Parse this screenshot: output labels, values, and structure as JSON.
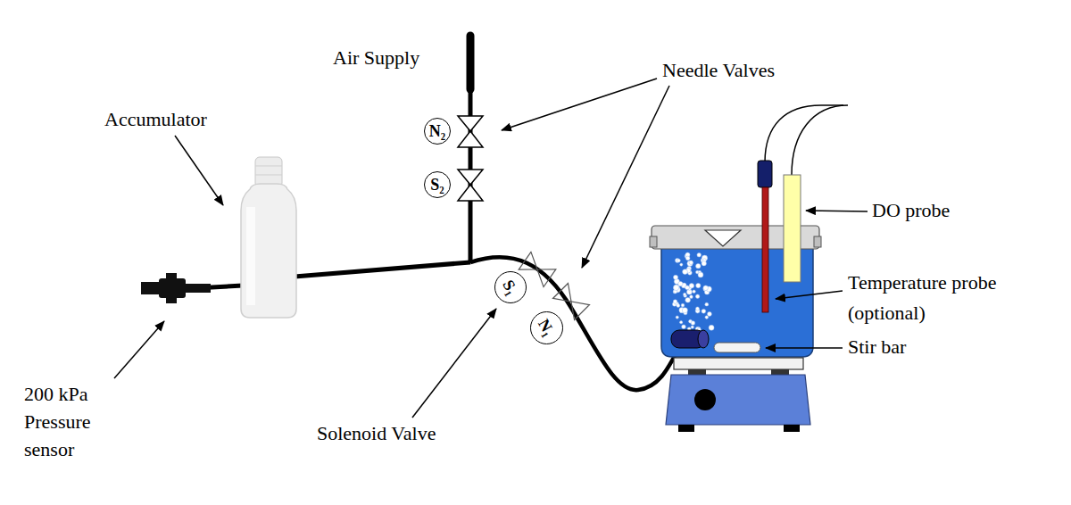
{
  "diagram": {
    "nodes": [
      {
        "text": [
          "N₂"
        ]
      },
      {
        "text": [
          "S₂"
        ]
      },
      {
        "text": [
          "S₁"
        ]
      },
      {
        "text": [
          "N₁"
        ]
      }
    ],
    "labels": [
      "Air Supply",
      "Needle Valves",
      "Accumulator",
      "DO probe",
      "Temperature probe (optional)",
      "Stir bar",
      "200 kPa Pressure sensor",
      "Solenoid Valve"
    ]
  }
}
